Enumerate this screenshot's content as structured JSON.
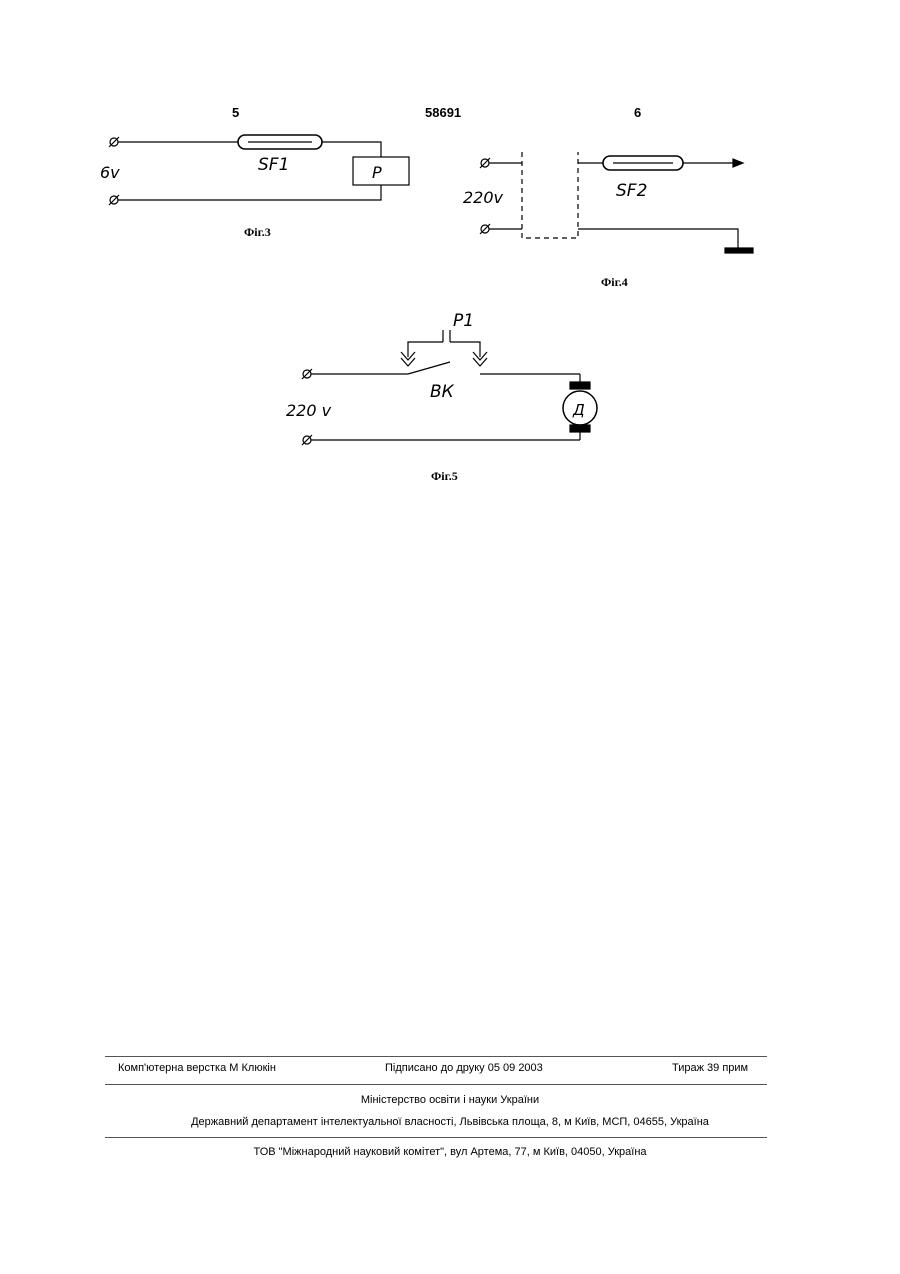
{
  "header": {
    "left": "5",
    "center": "58691",
    "right": "6"
  },
  "fig3": {
    "caption": "Фіг.3",
    "voltage": "6v",
    "switch": "SF1",
    "relay": "P"
  },
  "fig4": {
    "caption": "Фіг.4",
    "voltage": "220v",
    "switch": "SF2"
  },
  "fig5": {
    "caption": "Фіг.5",
    "voltage": "220 v",
    "relay": "P1",
    "switch": "ВК",
    "motor": "Д"
  },
  "footer": {
    "typesetting": "Комп'ютерна верстка М  Клюкін",
    "signed": "Підписано до друку 05 09 2003",
    "circulation": "Тираж 39 прим",
    "ministry": "Міністерство освіти і науки України",
    "department": "Державний департамент інтелектуальної власності, Львівська площа, 8, м  Київ, МСП, 04655, Україна",
    "publisher": "ТОВ \"Міжнародний науковий комітет\", вул  Артема, 77, м  Київ, 04050, Україна"
  }
}
